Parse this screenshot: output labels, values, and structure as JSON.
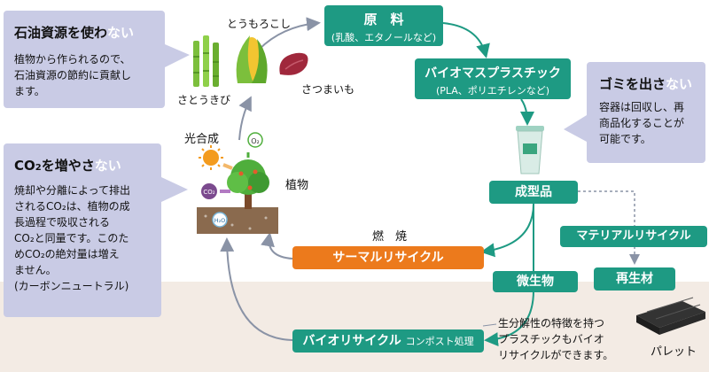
{
  "callouts": {
    "oil": {
      "title_pre": "石油資源を使わ",
      "title_hl": "ない",
      "lines": [
        "植物から作られるので、",
        "石油資源の節約に貢献し",
        "ます。"
      ]
    },
    "co2": {
      "title_pre": "CO",
      "title_sub": "2",
      "title_mid": "を増やさ",
      "title_hl": "ない",
      "lines": [
        "焼却や分離によって排出",
        "されるCO₂は、植物の成",
        "長過程で吸収される",
        "CO₂と同量です。このた",
        "めCO₂の絶対量は増え",
        "ません。",
        "(カーボンニュートラル)"
      ]
    },
    "waste": {
      "title_pre": "ゴミを出さ",
      "title_hl": "ない",
      "lines": [
        "容器は回収し、再",
        "商品化することが",
        "可能です。"
      ]
    }
  },
  "nodes": {
    "raw": {
      "title": "原　料",
      "sub": "(乳酸、エタノールなど)"
    },
    "bioplastic": {
      "title": "バイオマスプラスチック",
      "sub": "(PLA、ポリエチレンなど)"
    },
    "molded": "成型品",
    "material_recycle": "マテリアルリサイクル",
    "recycled_material": "再生材",
    "thermal_recycle": "サーマルリサイクル",
    "microbe": "微生物",
    "bio_recycle": "バイオリサイクル",
    "bio_recycle_sub": "コンポスト処理"
  },
  "labels": {
    "corn": "とうもろこし",
    "sugarcane": "さとうきび",
    "sweet_potato": "さつまいも",
    "photosynthesis": "光合成",
    "plant": "植物",
    "combustion": "燃　焼",
    "pallet": "パレット",
    "o2": "O₂",
    "co2_bubble": "CO₂",
    "h2o": "H₂O",
    "note_lines": [
      "生分解性の特徴を持つ",
      "プラスチックもバイオ",
      "リサイクルができます。"
    ]
  },
  "colors": {
    "teal": "#1e9a83",
    "orange": "#ec7a1c",
    "callout": "#c9cbe5",
    "arrow_gray": "#8a93a6",
    "ground": "#f3ebe4"
  }
}
